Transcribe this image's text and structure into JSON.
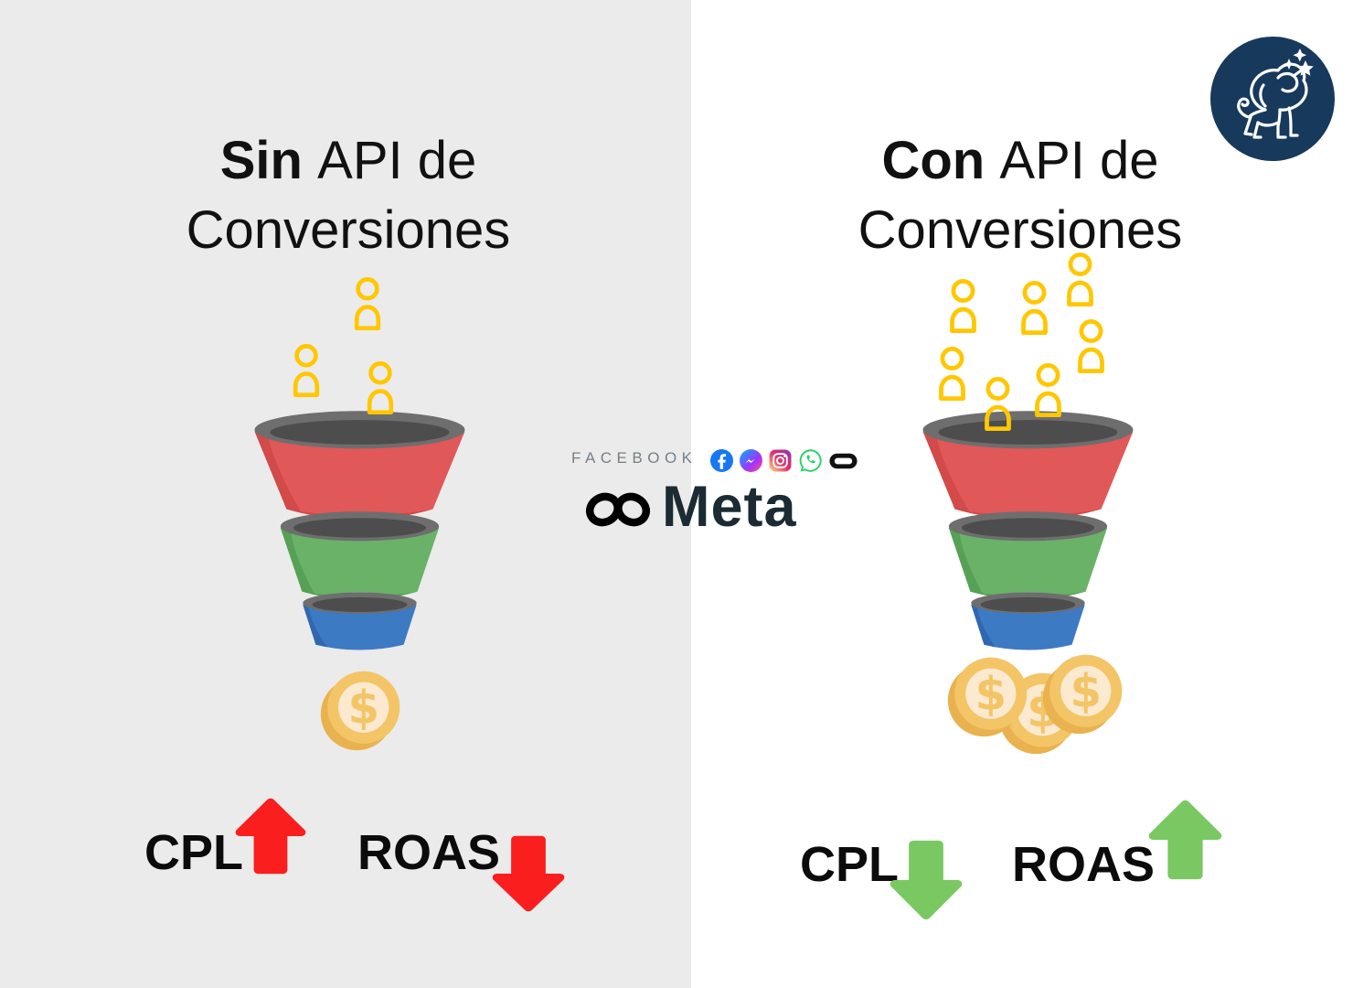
{
  "left_section": {
    "background": "#EBEBEB",
    "title": {
      "emphasis": "Sin",
      "rest": "API de",
      "line2": "Conversiones"
    },
    "people_count": 3,
    "coin_count": 1,
    "metrics": [
      {
        "label": "CPL",
        "trend": "up"
      },
      {
        "label": "ROAS",
        "trend": "down"
      }
    ],
    "trend_color": "#FA1E1E"
  },
  "right_section": {
    "background": "#FFFFFF",
    "title": {
      "emphasis": "Con",
      "rest": "API de",
      "line2": "Conversiones"
    },
    "people_count": 7,
    "coin_count": 3,
    "metrics": [
      {
        "label": "CPL",
        "trend": "down"
      },
      {
        "label": "ROAS",
        "trend": "up"
      }
    ],
    "trend_color": "#79C862"
  },
  "center_brand": {
    "wordmark_small": "FACEBOOK",
    "wordmark_large": "Meta",
    "social_icons": [
      "facebook",
      "messenger",
      "instagram",
      "whatsapp",
      "oculus"
    ]
  },
  "corner_logo": {
    "description": "lion with stars badge",
    "background": "#17395C"
  },
  "colors": {
    "left-bg": "#EBEBEB",
    "people": "#FFC702",
    "funnel-red": "#E15858",
    "funnel-red-shade": "#D24A4A",
    "funnel-green": "#69B268",
    "funnel-green-shade": "#57A156",
    "funnel-blue": "#3D7AC4",
    "funnel-blue-shade": "#2F68B0",
    "rim": "#6E6E6E",
    "rim-dark": "#4D4D4D",
    "coin-main": "#F3C566",
    "coin-shadow": "#E9B24F",
    "coin-inner": "#FBE9D0",
    "red-arrow": "#FA1E1E",
    "green-arrow": "#79C862",
    "badge-bg": "#17395C",
    "meta-blue-dark": "#0064E0",
    "meta-blue-light": "#0D8BFF",
    "meta-text": "#1C2B33",
    "facebook-gray": "#75808A",
    "title-text": "#111111"
  }
}
